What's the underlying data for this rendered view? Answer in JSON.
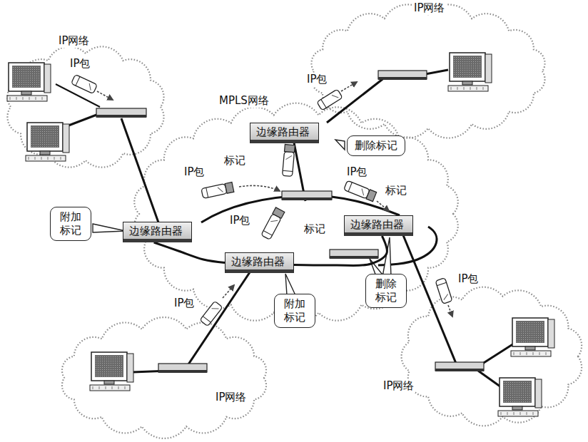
{
  "diagram": {
    "nodes": [
      {
        "text": [
          "边缘路由器"
        ]
      },
      {
        "text": [
          "删除标记"
        ]
      },
      {
        "text": [
          "附加标记"
        ]
      },
      {
        "text": [
          "边缘路由器"
        ]
      },
      {
        "text": [
          "边缘路由器"
        ]
      },
      {
        "text": [
          "边缘路由器"
        ]
      },
      {
        "text": [
          "删除标记"
        ]
      },
      {
        "text": [
          "附加标记"
        ]
      }
    ],
    "edges": [
      {
        "from": 3,
        "to": 5,
        "arrow": "none"
      },
      {
        "from": 5,
        "to": 4,
        "arrow": "none"
      }
    ],
    "labels": [
      "IP网络",
      "IP网络",
      "MPLS网络",
      "IP网络",
      "IP网络",
      "IP包",
      "IP包",
      "IP包",
      "IP包",
      "IP包",
      "IP包",
      "IP包",
      "标记",
      "标记",
      "标记"
    ]
  }
}
